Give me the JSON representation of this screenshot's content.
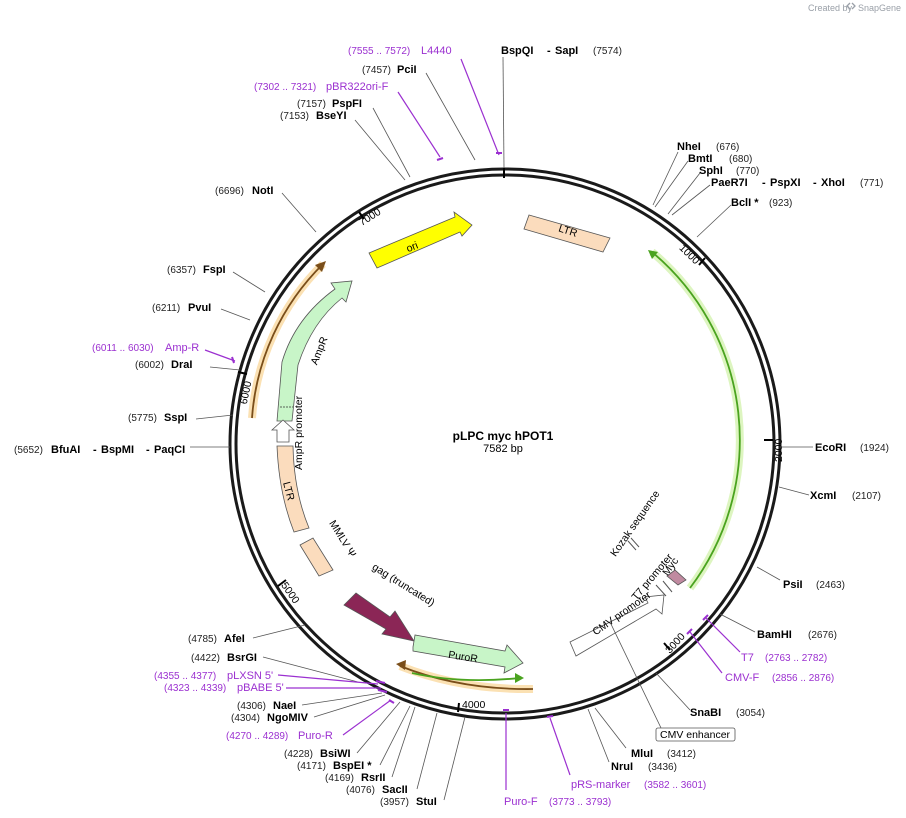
{
  "brand": {
    "created_by": "Created by",
    "app": "SnapGene"
  },
  "plasmid": {
    "name": "pLPC myc hPOT1",
    "size": "7582 bp"
  },
  "ruler": [
    "1000",
    "2000",
    "3000",
    "4000",
    "5000",
    "6000",
    "7000"
  ],
  "features": {
    "ori": "ori",
    "ltr_top": "LTR",
    "ampr": "AmpR",
    "ampr_promoter": "AmpR promoter",
    "ltr_left": "LTR",
    "mmlv_psi": "MMLV Ψ",
    "gag": "gag (truncated)",
    "puror": "PuroR",
    "cmv_promoter": "CMV promoter",
    "t7_promoter": "T7 promoter",
    "myc": "Myc",
    "kozak": "Kozak sequence",
    "cmv_enhancer": "CMV enhancer"
  },
  "sites": {
    "bspqi": {
      "name": "BspQI",
      "name2": "SapI",
      "pos": "(7574)"
    },
    "pcii": {
      "name": "PciI",
      "pos": "(7457)"
    },
    "pspfi": {
      "name": "PspFI",
      "pos": "(7157)"
    },
    "bseyi": {
      "name": "BseYI",
      "pos": "(7153)"
    },
    "noti": {
      "name": "NotI",
      "pos": "(6696)"
    },
    "fspi": {
      "name": "FspI",
      "pos": "(6357)"
    },
    "pvui": {
      "name": "PvuI",
      "pos": "(6211)"
    },
    "drai": {
      "name": "DraI",
      "pos": "(6002)"
    },
    "sspi": {
      "name": "SspI",
      "pos": "(5775)"
    },
    "bfuai": {
      "name": "BfuAI",
      "name2": "BspMI",
      "name3": "PaqCI",
      "pos": "(5652)"
    },
    "afei": {
      "name": "AfeI",
      "pos": "(4785)"
    },
    "bsrgi": {
      "name": "BsrGI",
      "pos": "(4422)"
    },
    "naei": {
      "name": "NaeI",
      "pos": "(4306)"
    },
    "ngomiv": {
      "name": "NgoMIV",
      "pos": "(4304)"
    },
    "bsiwi": {
      "name": "BsiWI",
      "pos": "(4228)"
    },
    "bspei": {
      "name": "BspEI *",
      "pos": "(4171)"
    },
    "rsrii": {
      "name": "RsrII",
      "pos": "(4169)"
    },
    "sacii": {
      "name": "SacII",
      "pos": "(4076)"
    },
    "stui": {
      "name": "StuI",
      "pos": "(3957)"
    },
    "nhei": {
      "name": "NheI",
      "pos": "(676)"
    },
    "bmti": {
      "name": "BmtI",
      "pos": "(680)"
    },
    "sphi": {
      "name": "SphI",
      "pos": "(770)"
    },
    "paer7i": {
      "name": "PaeR7I",
      "name2": "PspXI",
      "name3": "XhoI",
      "pos": "(771)"
    },
    "bcli": {
      "name": "BclI *",
      "pos": "(923)"
    },
    "ecori": {
      "name": "EcoRI",
      "pos": "(1924)"
    },
    "xcmi": {
      "name": "XcmI",
      "pos": "(2107)"
    },
    "psii": {
      "name": "PsiI",
      "pos": "(2463)"
    },
    "bamhi": {
      "name": "BamHI",
      "pos": "(2676)"
    },
    "snabi": {
      "name": "SnaBI",
      "pos": "(3054)"
    },
    "mlui": {
      "name": "MluI",
      "pos": "(3412)"
    },
    "nrui": {
      "name": "NruI",
      "pos": "(3436)"
    }
  },
  "primers": {
    "l4440": {
      "name": "L4440",
      "range": "(7555 .. 7572)"
    },
    "pbr322": {
      "name": "pBR322ori-F",
      "range": "(7302 .. 7321)"
    },
    "ampr": {
      "name": "Amp-R",
      "range": "(6011 .. 6030)"
    },
    "plxsn": {
      "name": "pLXSN 5'",
      "range": "(4355 .. 4377)"
    },
    "pbabe": {
      "name": "pBABE 5'",
      "range": "(4323 .. 4339)"
    },
    "puror": {
      "name": "Puro-R",
      "range": "(4270 .. 4289)"
    },
    "purof": {
      "name": "Puro-F",
      "range": "(3773 .. 3793)"
    },
    "prs": {
      "name": "pRS-marker",
      "range": "(3582 .. 3601)"
    },
    "t7": {
      "name": "T7",
      "range": "(2763 .. 2782)"
    },
    "cmvf": {
      "name": "CMV-F",
      "range": "(2856 .. 2876)"
    }
  },
  "colors": {
    "ori": "#ffff00",
    "ltr": "#fbdcbd",
    "ampr": "#c8f5c8",
    "gag": "#8b2656",
    "puror": "#c8f5c8",
    "cmv": "#ffffff",
    "myc": "#c08aa0",
    "primer": "#9b30d0",
    "orf_green": "#4aa31f",
    "orf_orange": "#e69a2e"
  }
}
